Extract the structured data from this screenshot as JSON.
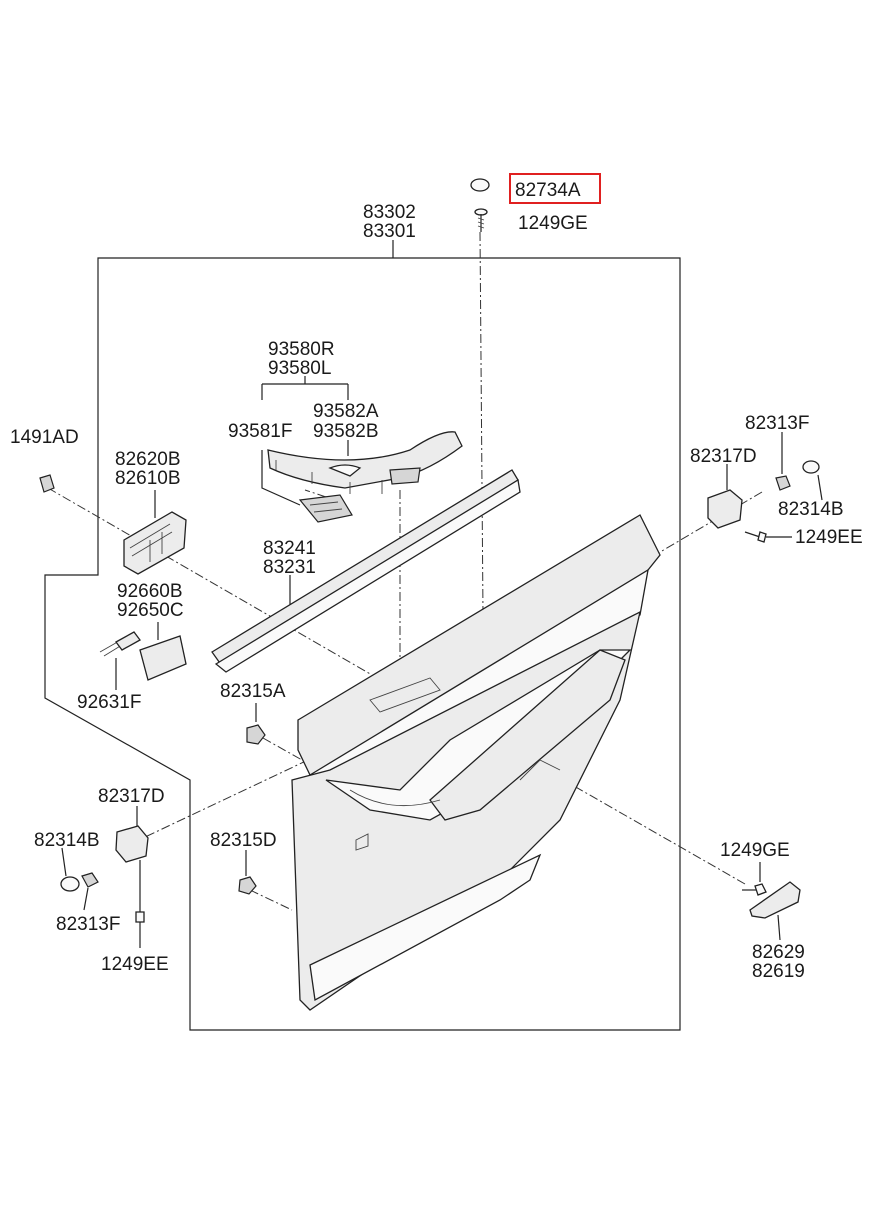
{
  "labels": {
    "p82734A": "82734A",
    "p1249GE_top": "1249GE",
    "p83302": "83302",
    "p83301": "83301",
    "p93580R": "93580R",
    "p93580L": "93580L",
    "p93581F": "93581F",
    "p93582A": "93582A",
    "p93582B": "93582B",
    "p1491AD": "1491AD",
    "p82620B": "82620B",
    "p82610B": "82610B",
    "p83241": "83241",
    "p83231": "83231",
    "p92660B": "92660B",
    "p92650C": "92650C",
    "p92631F": "92631F",
    "p82315A": "82315A",
    "p82313F_right": "82313F",
    "p82317D_right": "82317D",
    "p82314B_right": "82314B",
    "p1249EE_right": "1249EE",
    "p82317D_left": "82317D",
    "p82314B_left": "82314B",
    "p82313F_left": "82313F",
    "p1249EE_left": "1249EE",
    "p82315D": "82315D",
    "p1249GE_right": "1249GE",
    "p82629": "82629",
    "p82619": "82619"
  },
  "highlight": {
    "part": "82734A",
    "color": "#e02020"
  }
}
